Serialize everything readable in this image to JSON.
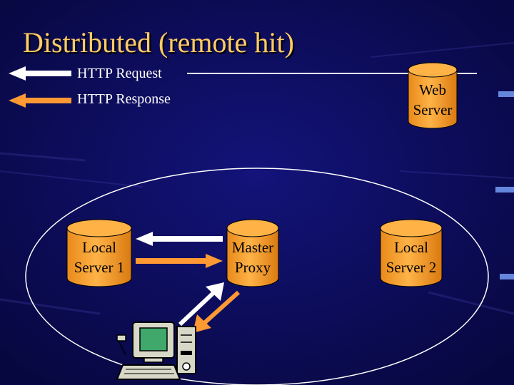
{
  "title": "Distributed (remote hit)",
  "legend": {
    "request_label": "HTTP Request",
    "response_label": "HTTP Response"
  },
  "nodes": {
    "web_server": {
      "line1": "Web",
      "line2": "Server"
    },
    "local_server_1": {
      "line1": "Local",
      "line2": "Server 1"
    },
    "master_proxy": {
      "line1": "Master",
      "line2": "Proxy"
    },
    "local_server_2": {
      "line1": "Local",
      "line2": "Server 2"
    }
  },
  "colors": {
    "background": "#0b0b5e",
    "title": "#ffcc66",
    "cylinder_fill": "#ffaa33",
    "request_arrow": "#ffffff",
    "response_arrow": "#ff9933",
    "network_ellipse": "#ffffff"
  },
  "icons": [
    "client-computer-icon"
  ]
}
